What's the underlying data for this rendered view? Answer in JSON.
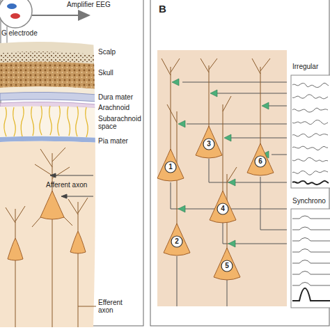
{
  "diagram": {
    "nodes": [
      {
        "text": [
          "1"
        ]
      },
      {
        "text": [
          "2"
        ]
      },
      {
        "text": [
          "3"
        ]
      },
      {
        "text": [
          "4"
        ]
      },
      {
        "text": [
          "5"
        ]
      },
      {
        "text": [
          "6"
        ]
      }
    ],
    "labels": [
      "Amplifier EEG",
      "G electrode",
      "Scalp",
      "Skull",
      "Dura mater",
      "Arachnoid",
      "Subarachnoid space",
      "Pia mater",
      "Afferent axon",
      "Efferent axon",
      "B",
      "Irregular",
      "Synchrono"
    ]
  }
}
